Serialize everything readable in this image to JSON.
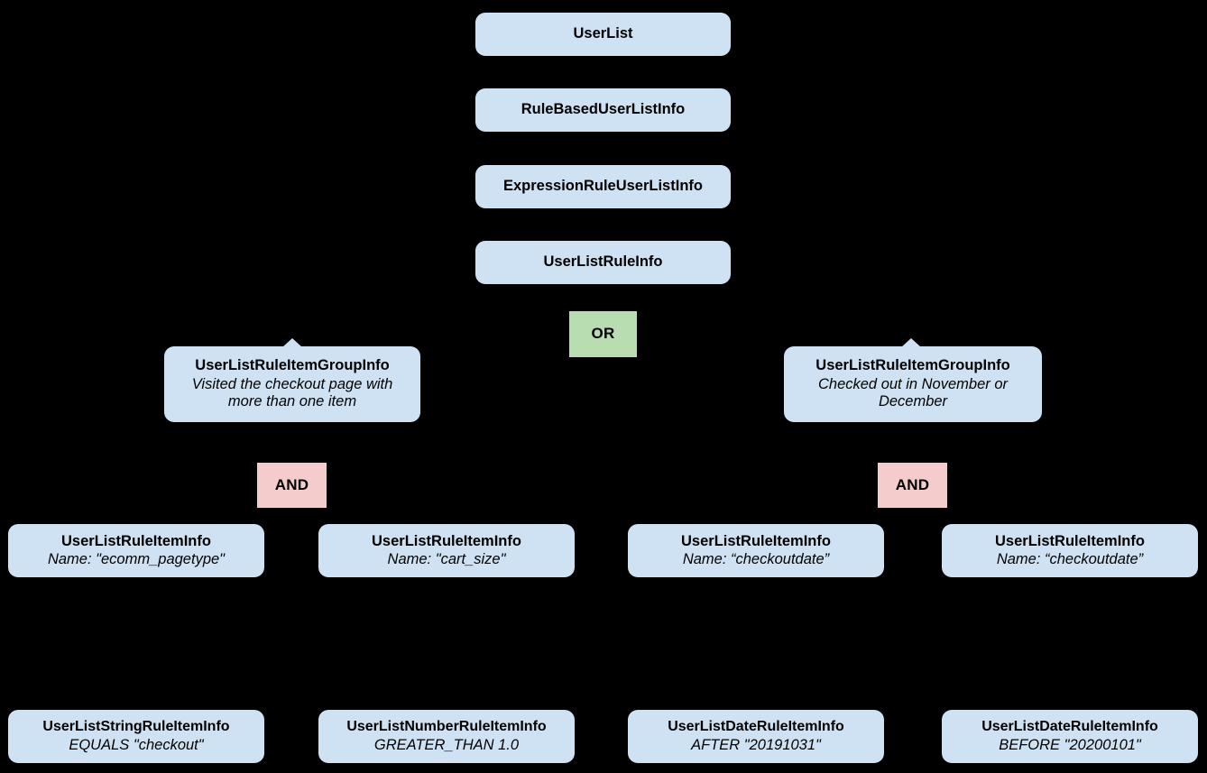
{
  "diagram": {
    "background_color": "#000000",
    "class_node_color": "#cfe2f3",
    "or_node_color": "#b8ddb0",
    "and_node_color": "#f4cccc",
    "text_color": "#000000"
  },
  "chain": [
    {
      "label": "UserList"
    },
    {
      "label": "RuleBasedUserListInfo"
    },
    {
      "label": "ExpressionRuleUserListInfo"
    },
    {
      "label": "UserListRuleInfo"
    }
  ],
  "operators": {
    "or": "OR",
    "and_left": "AND",
    "and_right": "AND"
  },
  "groups": [
    {
      "title": "UserListRuleItemGroupInfo",
      "description": "Visited the checkout page with more than one item"
    },
    {
      "title": "UserListRuleItemGroupInfo",
      "description": "Checked out in November or December"
    }
  ],
  "rule_items": [
    {
      "title": "UserListRuleItemInfo",
      "detail": "Name: \"ecomm_pagetype\""
    },
    {
      "title": "UserListRuleItemInfo",
      "detail": "Name: \"cart_size\""
    },
    {
      "title": "UserListRuleItemInfo",
      "detail": "Name: “checkoutdate”"
    },
    {
      "title": "UserListRuleItemInfo",
      "detail": "Name: “checkoutdate”"
    }
  ],
  "leaf_items": [
    {
      "title": "UserListStringRuleItemInfo",
      "detail": "EQUALS \"checkout\""
    },
    {
      "title": "UserListNumberRuleItemInfo",
      "detail": "GREATER_THAN 1.0"
    },
    {
      "title": "UserListDateRuleItemInfo",
      "detail": "AFTER \"20191031\""
    },
    {
      "title": "UserListDateRuleItemInfo",
      "detail": "BEFORE \"20200101\""
    }
  ]
}
